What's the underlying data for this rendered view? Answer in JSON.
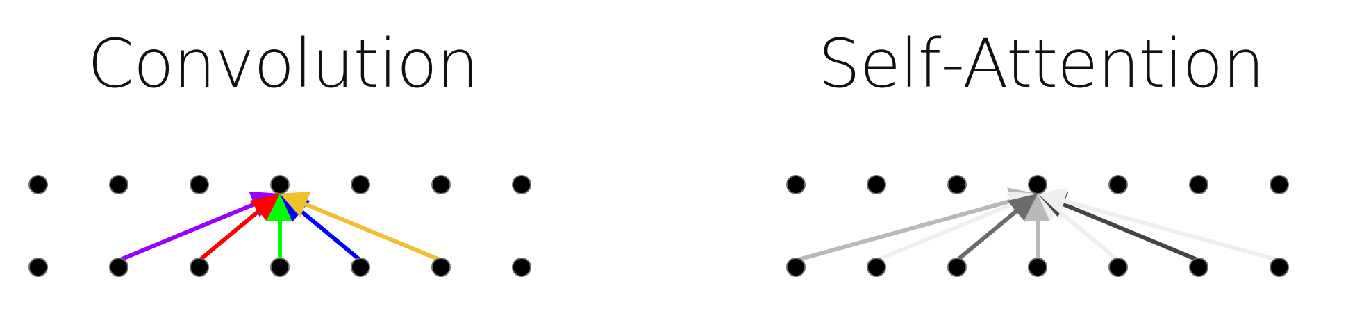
{
  "convolution": {
    "title": "Convolution",
    "edges": [
      {
        "from": 1,
        "color": "#9b00ff"
      },
      {
        "from": 2,
        "color": "#ff0000"
      },
      {
        "from": 3,
        "color": "#00ff00"
      },
      {
        "from": 4,
        "color": "#0000ff"
      },
      {
        "from": 5,
        "color": "#f0c030"
      }
    ]
  },
  "self_attention": {
    "title": "Self-Attention",
    "edges": [
      {
        "from": 0,
        "color": "#b9b9b9"
      },
      {
        "from": 1,
        "color": "#efefef"
      },
      {
        "from": 2,
        "color": "#6b6b6b"
      },
      {
        "from": 3,
        "color": "#b9b9b9"
      },
      {
        "from": 4,
        "color": "#efefef"
      },
      {
        "from": 5,
        "color": "#454545"
      },
      {
        "from": 6,
        "color": "#efefef"
      }
    ]
  },
  "node_count": 7,
  "target_index": 3
}
